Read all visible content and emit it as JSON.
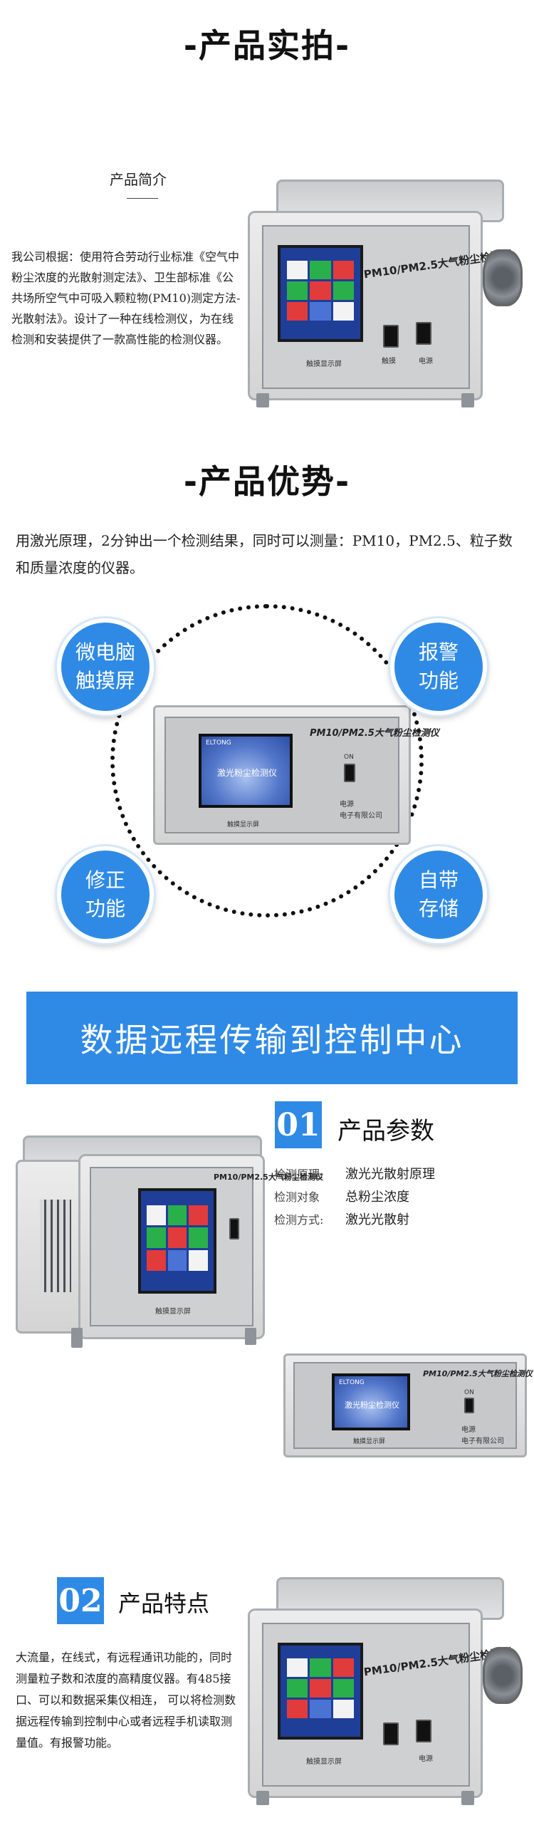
{
  "section1": {
    "title": "-产品实拍-",
    "intro_heading": "产品简介",
    "intro_text": "我公司根据：使用符合劳动行业标准《空气中粉尘浓度的光散射测定法》、卫生部标准《公共场所空气中可吸入颗粒物(PM10)测定方法-光散射法》。设计了一种在线检测仪，为在线检测和安装提供了一款高性能的检测仪器。"
  },
  "device": {
    "panel_label": "PM10/PM2.5大气粉尘检测仪",
    "screen_bottom": "触摸显示屏",
    "switch_label": "电源",
    "button_label": "触摸",
    "brand": "ELTONG",
    "screen_title": "激光粉尘检测仪",
    "company": "电子有限公司",
    "on_mark": "ON"
  },
  "section2": {
    "title": "-产品优势-",
    "text": "用激光原理，2分钟出一个检测结果，同时可以测量：PM10，PM2.5、粒子数和质量浓度的仪器。",
    "features": [
      {
        "line1": "微电脑",
        "line2": "触摸屏"
      },
      {
        "line1": "报警",
        "line2": "功能"
      },
      {
        "line1": "修正",
        "line2": "功能"
      },
      {
        "line1": "自带",
        "line2": "存储"
      }
    ]
  },
  "banner": {
    "text": "数据远程传输到控制中心"
  },
  "params": {
    "number": "01",
    "heading": "产品参数",
    "rows": [
      {
        "key": "检测原理:",
        "value": "激光光散射原理"
      },
      {
        "key": "检测对象",
        "value": "总粉尘浓度"
      },
      {
        "key": "检测方式:",
        "value": "激光光散射"
      }
    ]
  },
  "features": {
    "number": "02",
    "heading": "产品特点",
    "text": "大流量，在线式，有远程通讯功能的，同时测量粒子数和浓度的高精度仪器。有485接口、可以和数据采集仪相连， 可以将检测数据远程传输到控制中心或者远程手机读取测量值。有报警功能。"
  }
}
